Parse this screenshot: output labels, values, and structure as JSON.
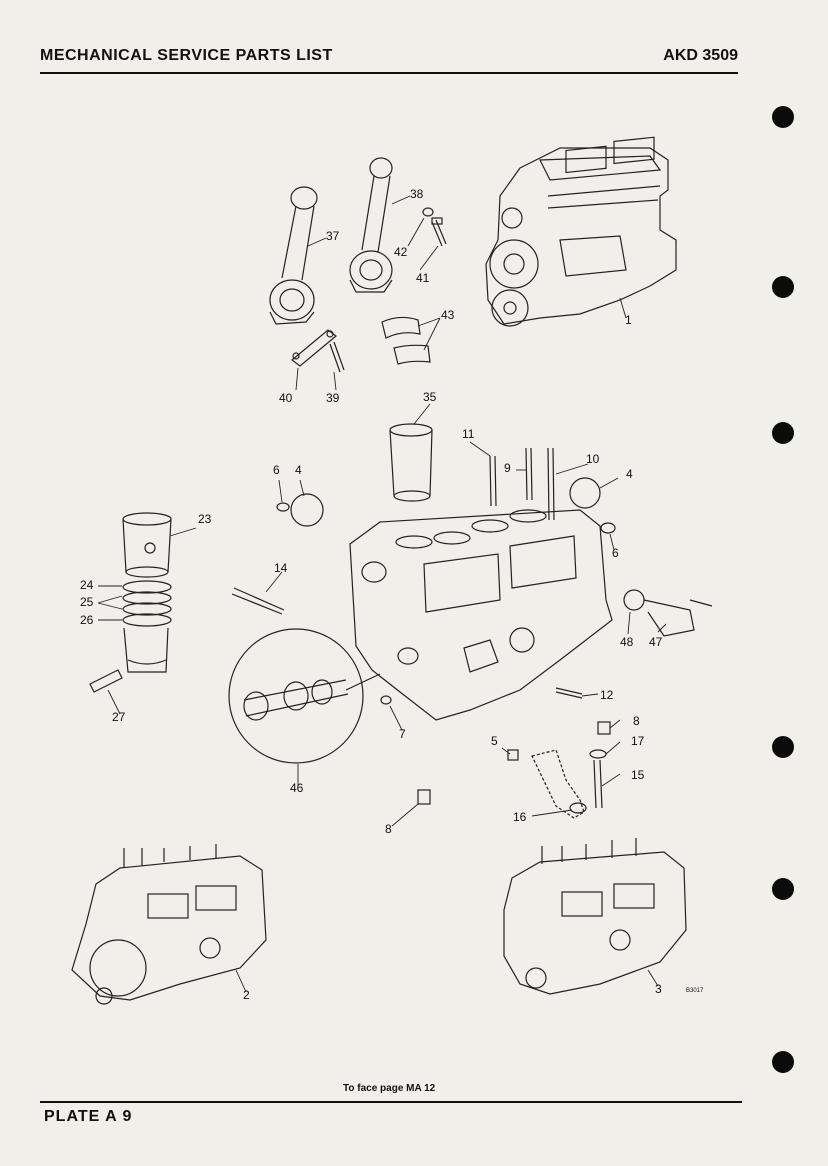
{
  "header": {
    "title": "MECHANICAL SERVICE PARTS LIST",
    "code": "AKD 3509"
  },
  "footer": {
    "caption": "To face page MA 12",
    "plate": "PLATE A 9"
  },
  "plate_reference": "B3017",
  "callouts": [
    {
      "id": "37",
      "label": "37"
    },
    {
      "id": "38",
      "label": "38"
    },
    {
      "id": "42",
      "label": "42"
    },
    {
      "id": "41",
      "label": "41"
    },
    {
      "id": "43",
      "label": "43"
    },
    {
      "id": "1",
      "label": "1"
    },
    {
      "id": "40",
      "label": "40"
    },
    {
      "id": "39",
      "label": "39"
    },
    {
      "id": "35",
      "label": "35"
    },
    {
      "id": "11",
      "label": "11"
    },
    {
      "id": "9",
      "label": "9"
    },
    {
      "id": "10",
      "label": "10"
    },
    {
      "id": "6a",
      "label": "6"
    },
    {
      "id": "4a",
      "label": "4"
    },
    {
      "id": "4b",
      "label": "4"
    },
    {
      "id": "6b",
      "label": "6"
    },
    {
      "id": "23",
      "label": "23"
    },
    {
      "id": "24",
      "label": "24"
    },
    {
      "id": "25",
      "label": "25"
    },
    {
      "id": "26",
      "label": "26"
    },
    {
      "id": "14",
      "label": "14"
    },
    {
      "id": "48",
      "label": "48"
    },
    {
      "id": "47",
      "label": "47"
    },
    {
      "id": "27",
      "label": "27"
    },
    {
      "id": "12",
      "label": "12"
    },
    {
      "id": "7",
      "label": "7"
    },
    {
      "id": "8a",
      "label": "8"
    },
    {
      "id": "5",
      "label": "5"
    },
    {
      "id": "17",
      "label": "17"
    },
    {
      "id": "15",
      "label": "15"
    },
    {
      "id": "46",
      "label": "46"
    },
    {
      "id": "16",
      "label": "16"
    },
    {
      "id": "8b",
      "label": "8"
    },
    {
      "id": "2",
      "label": "2"
    },
    {
      "id": "3",
      "label": "3"
    }
  ]
}
